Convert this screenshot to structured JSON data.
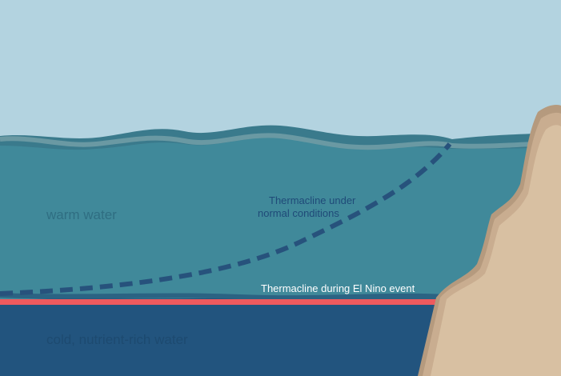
{
  "labels": {
    "warm_water": "warm water",
    "cold_water": "cold, nutrient-rich water",
    "normal_line1": "Thermacline under",
    "normal_line2": "normal conditions",
    "el_nino": "Thermacline during El Nino event"
  },
  "colors": {
    "sky": "#b3d3e0",
    "warm_water": "#40899a",
    "surface_band": "#3a7a8c",
    "surface_edge": "#6a99a3",
    "cold_water": "#22547e",
    "thermocline_el_nino": "#ee5a5e",
    "thermocline_normal": "#27527c",
    "label_muted": "#2f6e82",
    "label_cold": "#1d4a70",
    "label_normal": "#1f4a78",
    "label_el_nino": "#ffffff",
    "cliff_light": "#d8c0a2",
    "cliff_mid": "#c9ad90",
    "cliff_dark": "#b59a7e"
  }
}
